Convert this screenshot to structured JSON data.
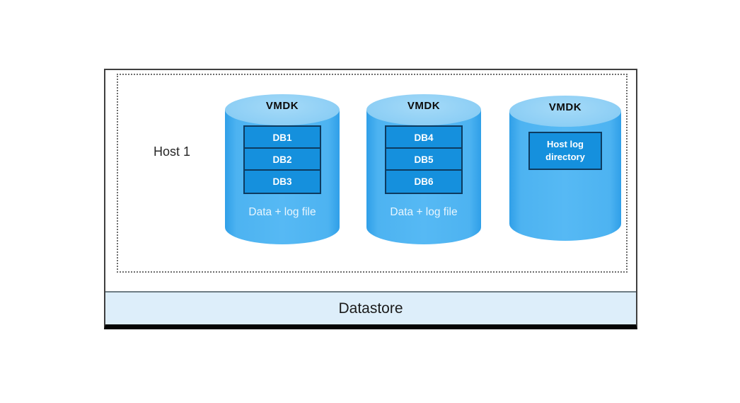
{
  "diagram": {
    "host_label": "Host 1",
    "datastore_label": "Datastore",
    "vmdks": [
      {
        "title": "VMDK",
        "items": [
          "DB1",
          "DB2",
          "DB3"
        ],
        "caption": "Data + log file"
      },
      {
        "title": "VMDK",
        "items": [
          "DB4",
          "DB5",
          "DB6"
        ],
        "caption": "Data + log file"
      },
      {
        "title": "VMDK",
        "box_label": "Host log directory"
      }
    ],
    "colors": {
      "cylinder_body": "#4db3f1",
      "cylinder_top": "#8ecff5",
      "db_box_fill": "#1590dd",
      "db_box_border": "#0d3b60",
      "datastore_bg": "#ddeefa",
      "outer_border": "#3f3f3f"
    }
  }
}
